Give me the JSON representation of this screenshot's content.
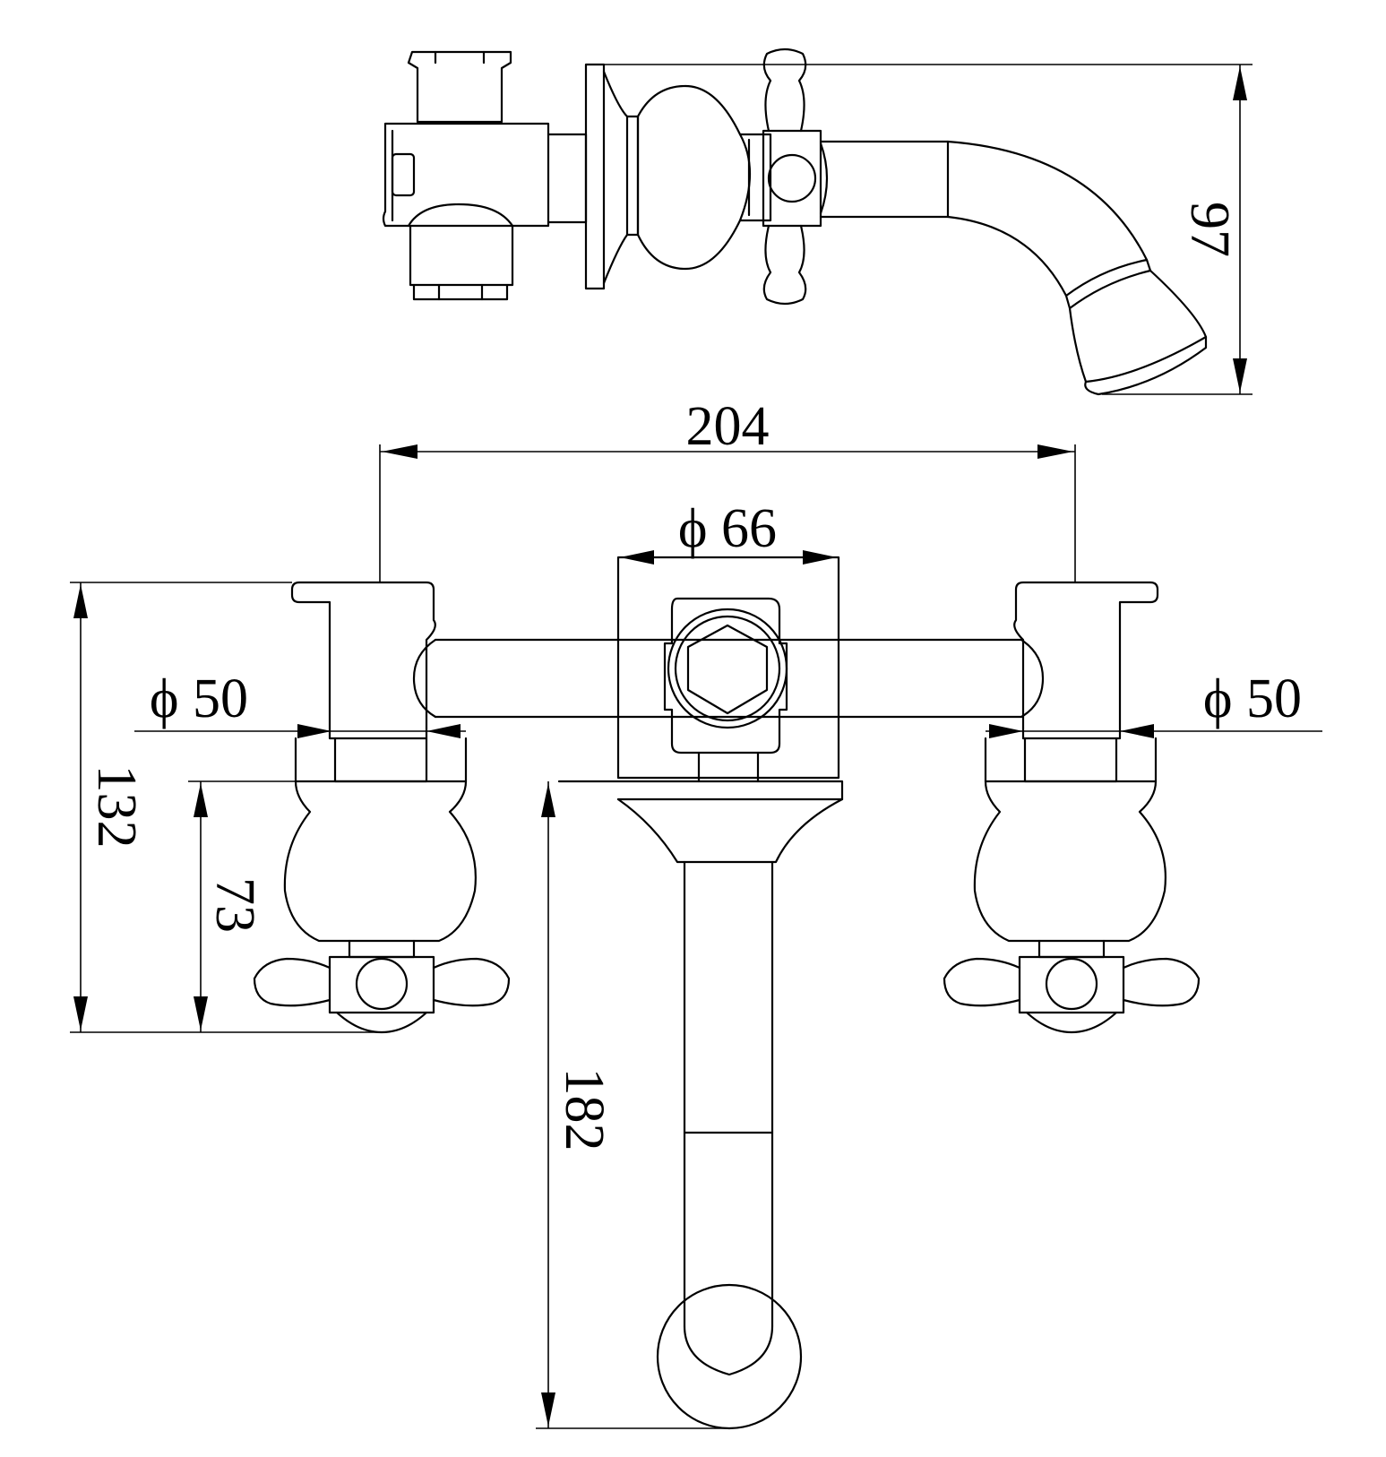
{
  "dimensions": {
    "side_height": "97",
    "overall_width": "204",
    "body_diameter": "ϕ 66",
    "left_handle_diameter": "ϕ 50",
    "right_handle_diameter": "ϕ 50",
    "total_height": "132",
    "handle_height": "73",
    "spout_length": "182"
  }
}
